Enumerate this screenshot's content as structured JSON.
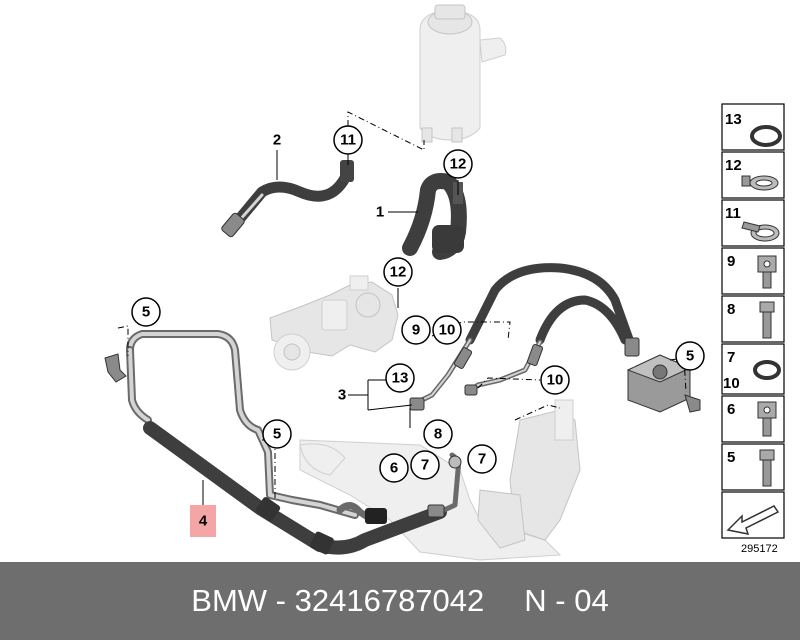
{
  "footer": {
    "brand": "BMW",
    "separator": "-",
    "part_number": "32416787042",
    "position_code": "N - 04"
  },
  "diagram_number": "295172",
  "callouts": {
    "c1": "1",
    "c2": "2",
    "c3": "3",
    "c4": "4",
    "c5a": "5",
    "c5b": "5",
    "c5c": "5",
    "c6": "6",
    "c7a": "7",
    "c7b": "7",
    "c8": "8",
    "c9": "9",
    "c10a": "10",
    "c10b": "10",
    "c11": "11",
    "c12a": "12",
    "c12b": "12",
    "c13": "13"
  },
  "side_panel": {
    "items": [
      "13",
      "12",
      "11",
      "9",
      "8",
      "7",
      "10",
      "6",
      "5"
    ]
  },
  "colors": {
    "highlight": "#f4a6a6",
    "footer_bg": "#6e6e6e",
    "hose": "#3e3e3e"
  }
}
